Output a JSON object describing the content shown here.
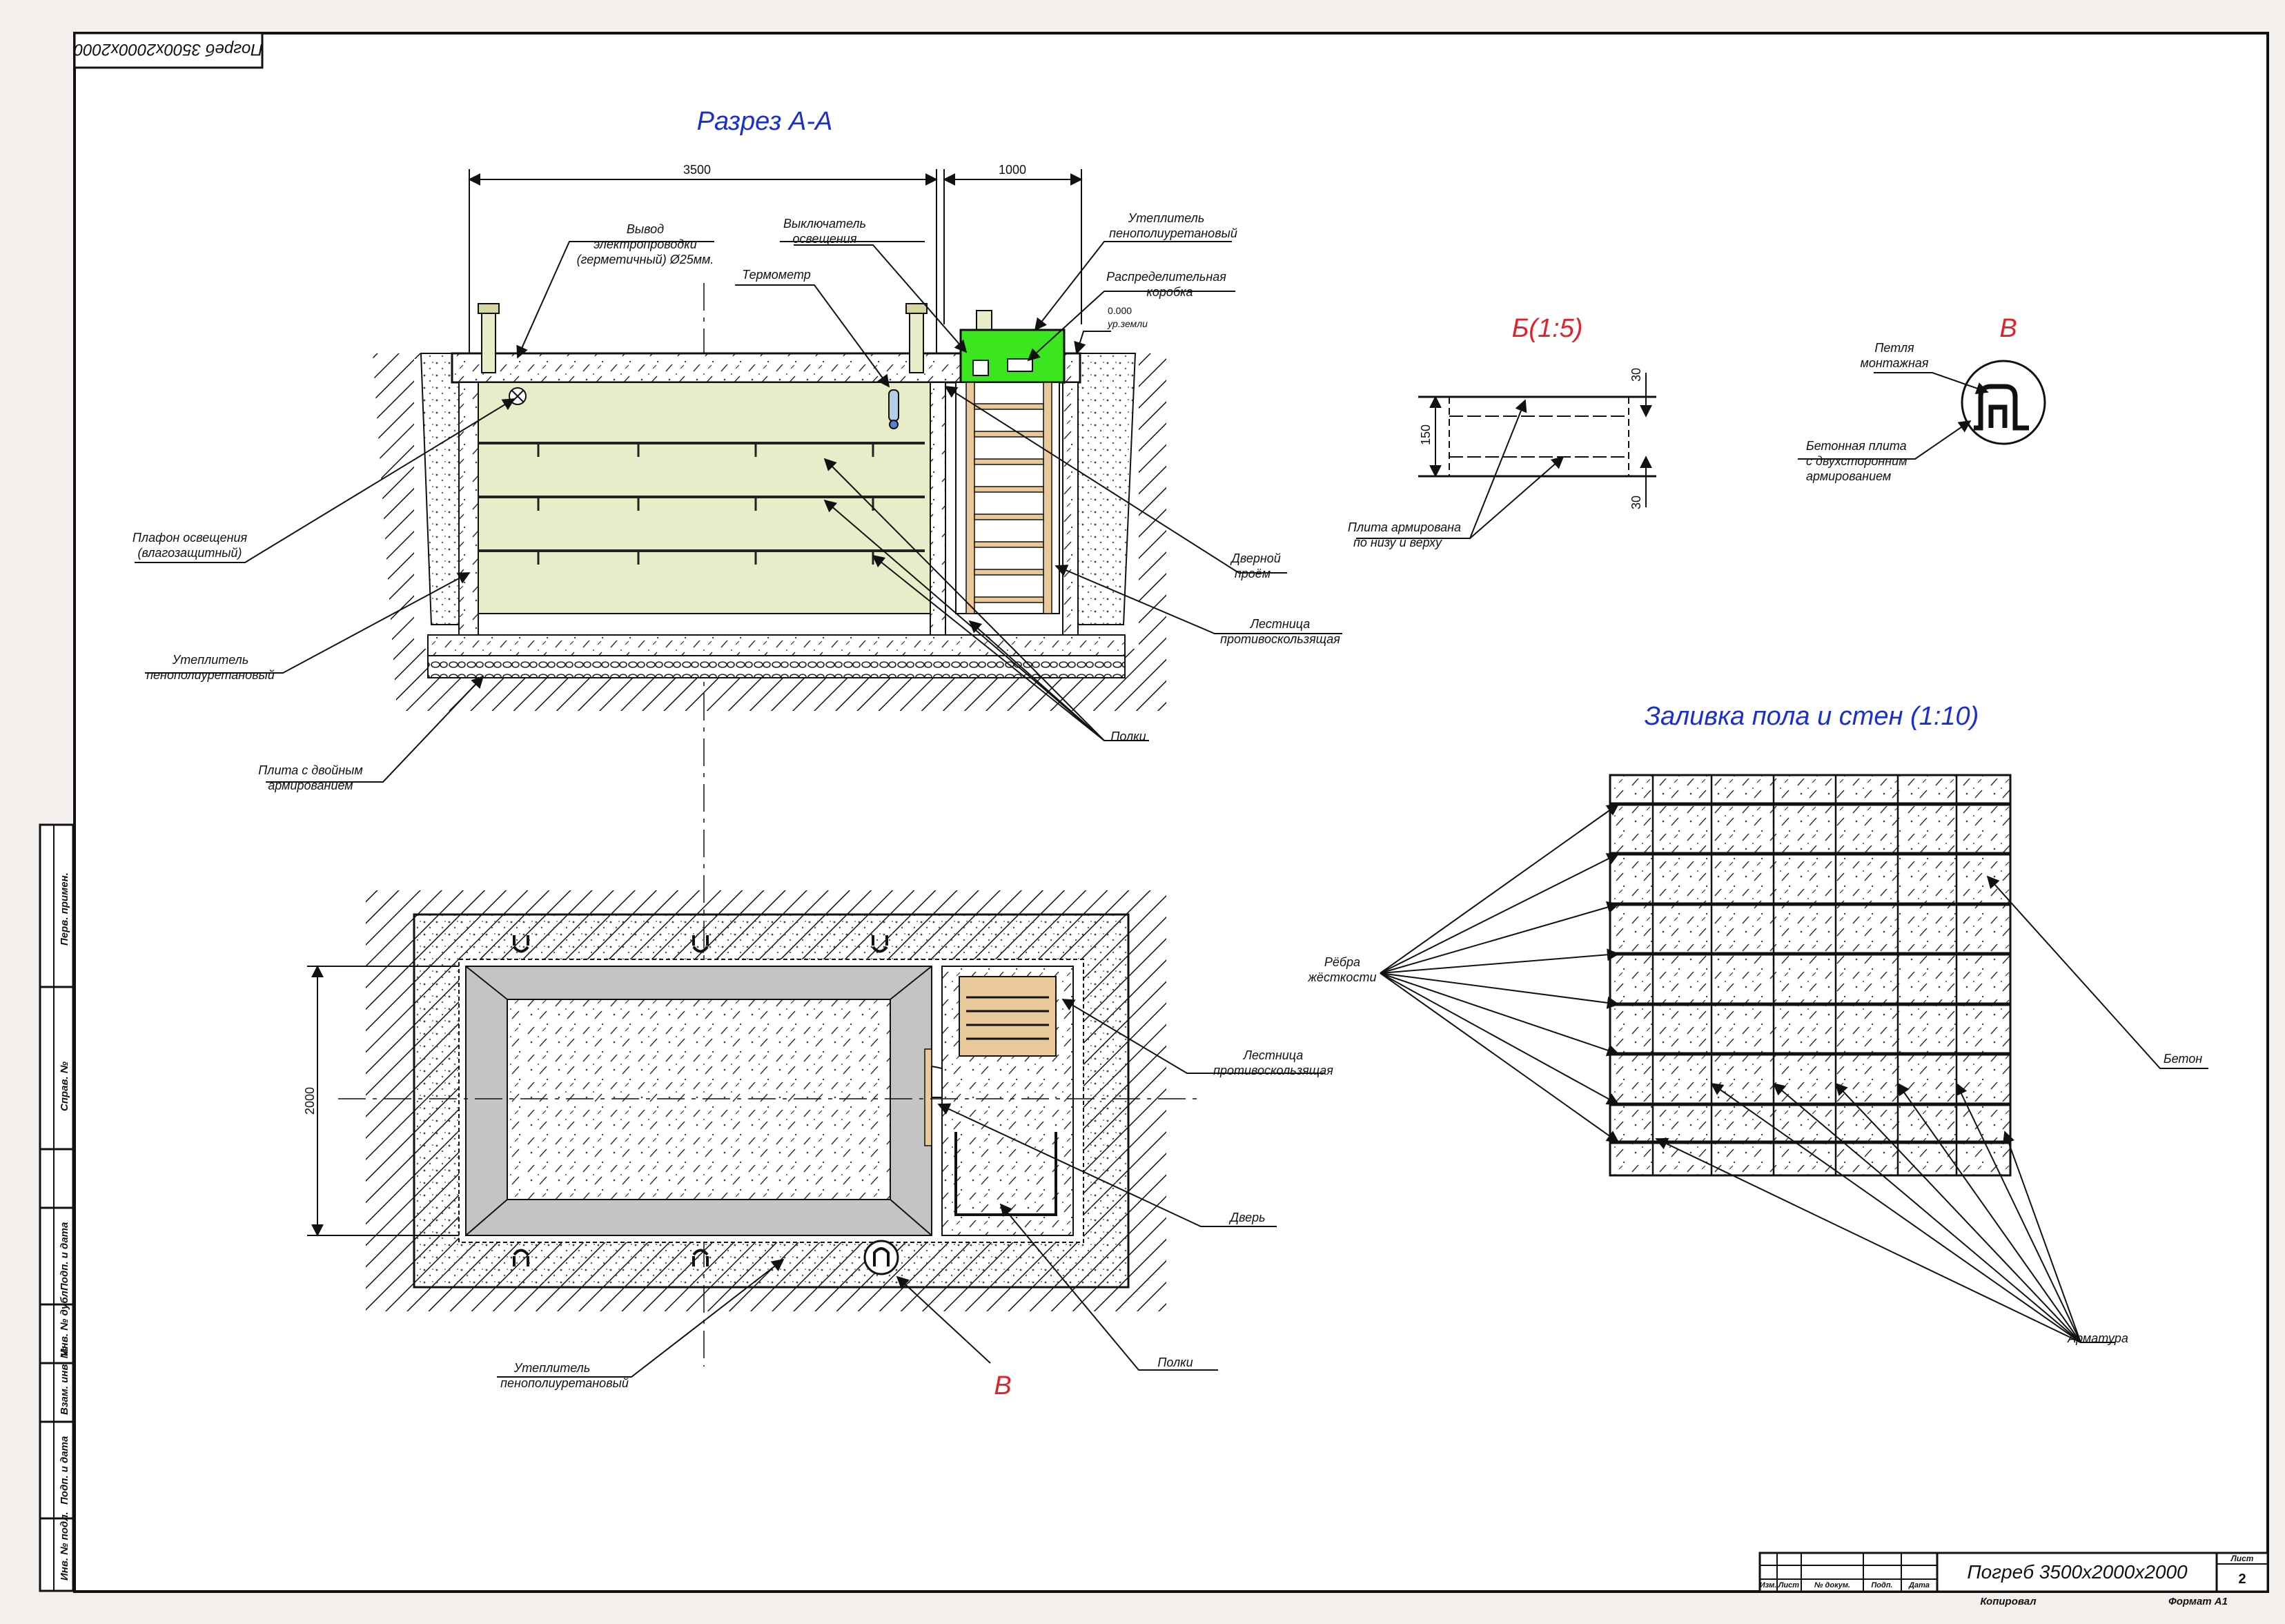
{
  "stamp_top": "Погреб 3500х2000х2000",
  "section_aa": {
    "title": "Разрез А-А",
    "dim_left": "3500",
    "dim_right": "1000",
    "labels": {
      "output_wiring": [
        "Вывод",
        "электропроводки",
        "(герметичный) Ø25мм."
      ],
      "switch": [
        "Выключатель",
        "освещения"
      ],
      "thermometer": "Термометр",
      "insulation_top": [
        "Утеплитель",
        "пенополиуретановый"
      ],
      "junction_box": [
        "Распределительная",
        "коробка"
      ],
      "ground_level": [
        "0.000",
        "ур.земли"
      ],
      "lamp": [
        "Плафон освещения",
        "(влагозащитный)"
      ],
      "insulation_left": [
        "Утеплитель",
        "пенополиуретановый"
      ],
      "slab": [
        "Плита с двойным",
        "армированием"
      ],
      "doorway": [
        "Дверной",
        "проём"
      ],
      "ladder": [
        "Лестница",
        "противоскользящая"
      ],
      "shelves": "Полки"
    }
  },
  "detail_b": {
    "title": "Б(1:5)",
    "dim_h": "150",
    "dim_top": "30",
    "dim_bottom": "30",
    "label": [
      "Плита армирована",
      "по низу и верху"
    ]
  },
  "detail_v": {
    "title": "В",
    "label_loop": [
      "Петля",
      "монтажная"
    ],
    "label_slab": [
      "Бетонная плита",
      "с двухсторонним",
      "армированием"
    ]
  },
  "pour": {
    "title": "Заливка пола и стен (1:10)",
    "ribs": [
      "Рёбра",
      "жёсткости"
    ],
    "concrete": "Бетон",
    "rebar": "Арматура"
  },
  "plan": {
    "dim_height": "2000",
    "ladder": [
      "Лестница",
      "противоскользящая"
    ],
    "door": "Дверь",
    "shelves": "Полки",
    "insulation": [
      "Утеплитель",
      "пенополиуретановый"
    ],
    "callout": "В"
  },
  "side_stamp": [
    "Инв. № подл.",
    "Подп. и дата",
    "Взам. инв. №",
    "Инв. № дубл.",
    "Подп. и дата",
    "Справ. №",
    "Перв. примен."
  ],
  "title_block": {
    "name": "Погреб 3500х2000х2000",
    "sheet_label": "Лист",
    "sheet": "2",
    "cols": [
      "Изм.",
      "Лист",
      "№ докум.",
      "Подп.",
      "Дата"
    ],
    "copied": "Копировал",
    "format": "Формат А1"
  },
  "colors": {
    "blue_title": "#1a2fd0",
    "red_title": "#e4202a",
    "insulation": "#e8ecc8",
    "box": "#3ce61e",
    "ladder": "#e9c99a"
  }
}
